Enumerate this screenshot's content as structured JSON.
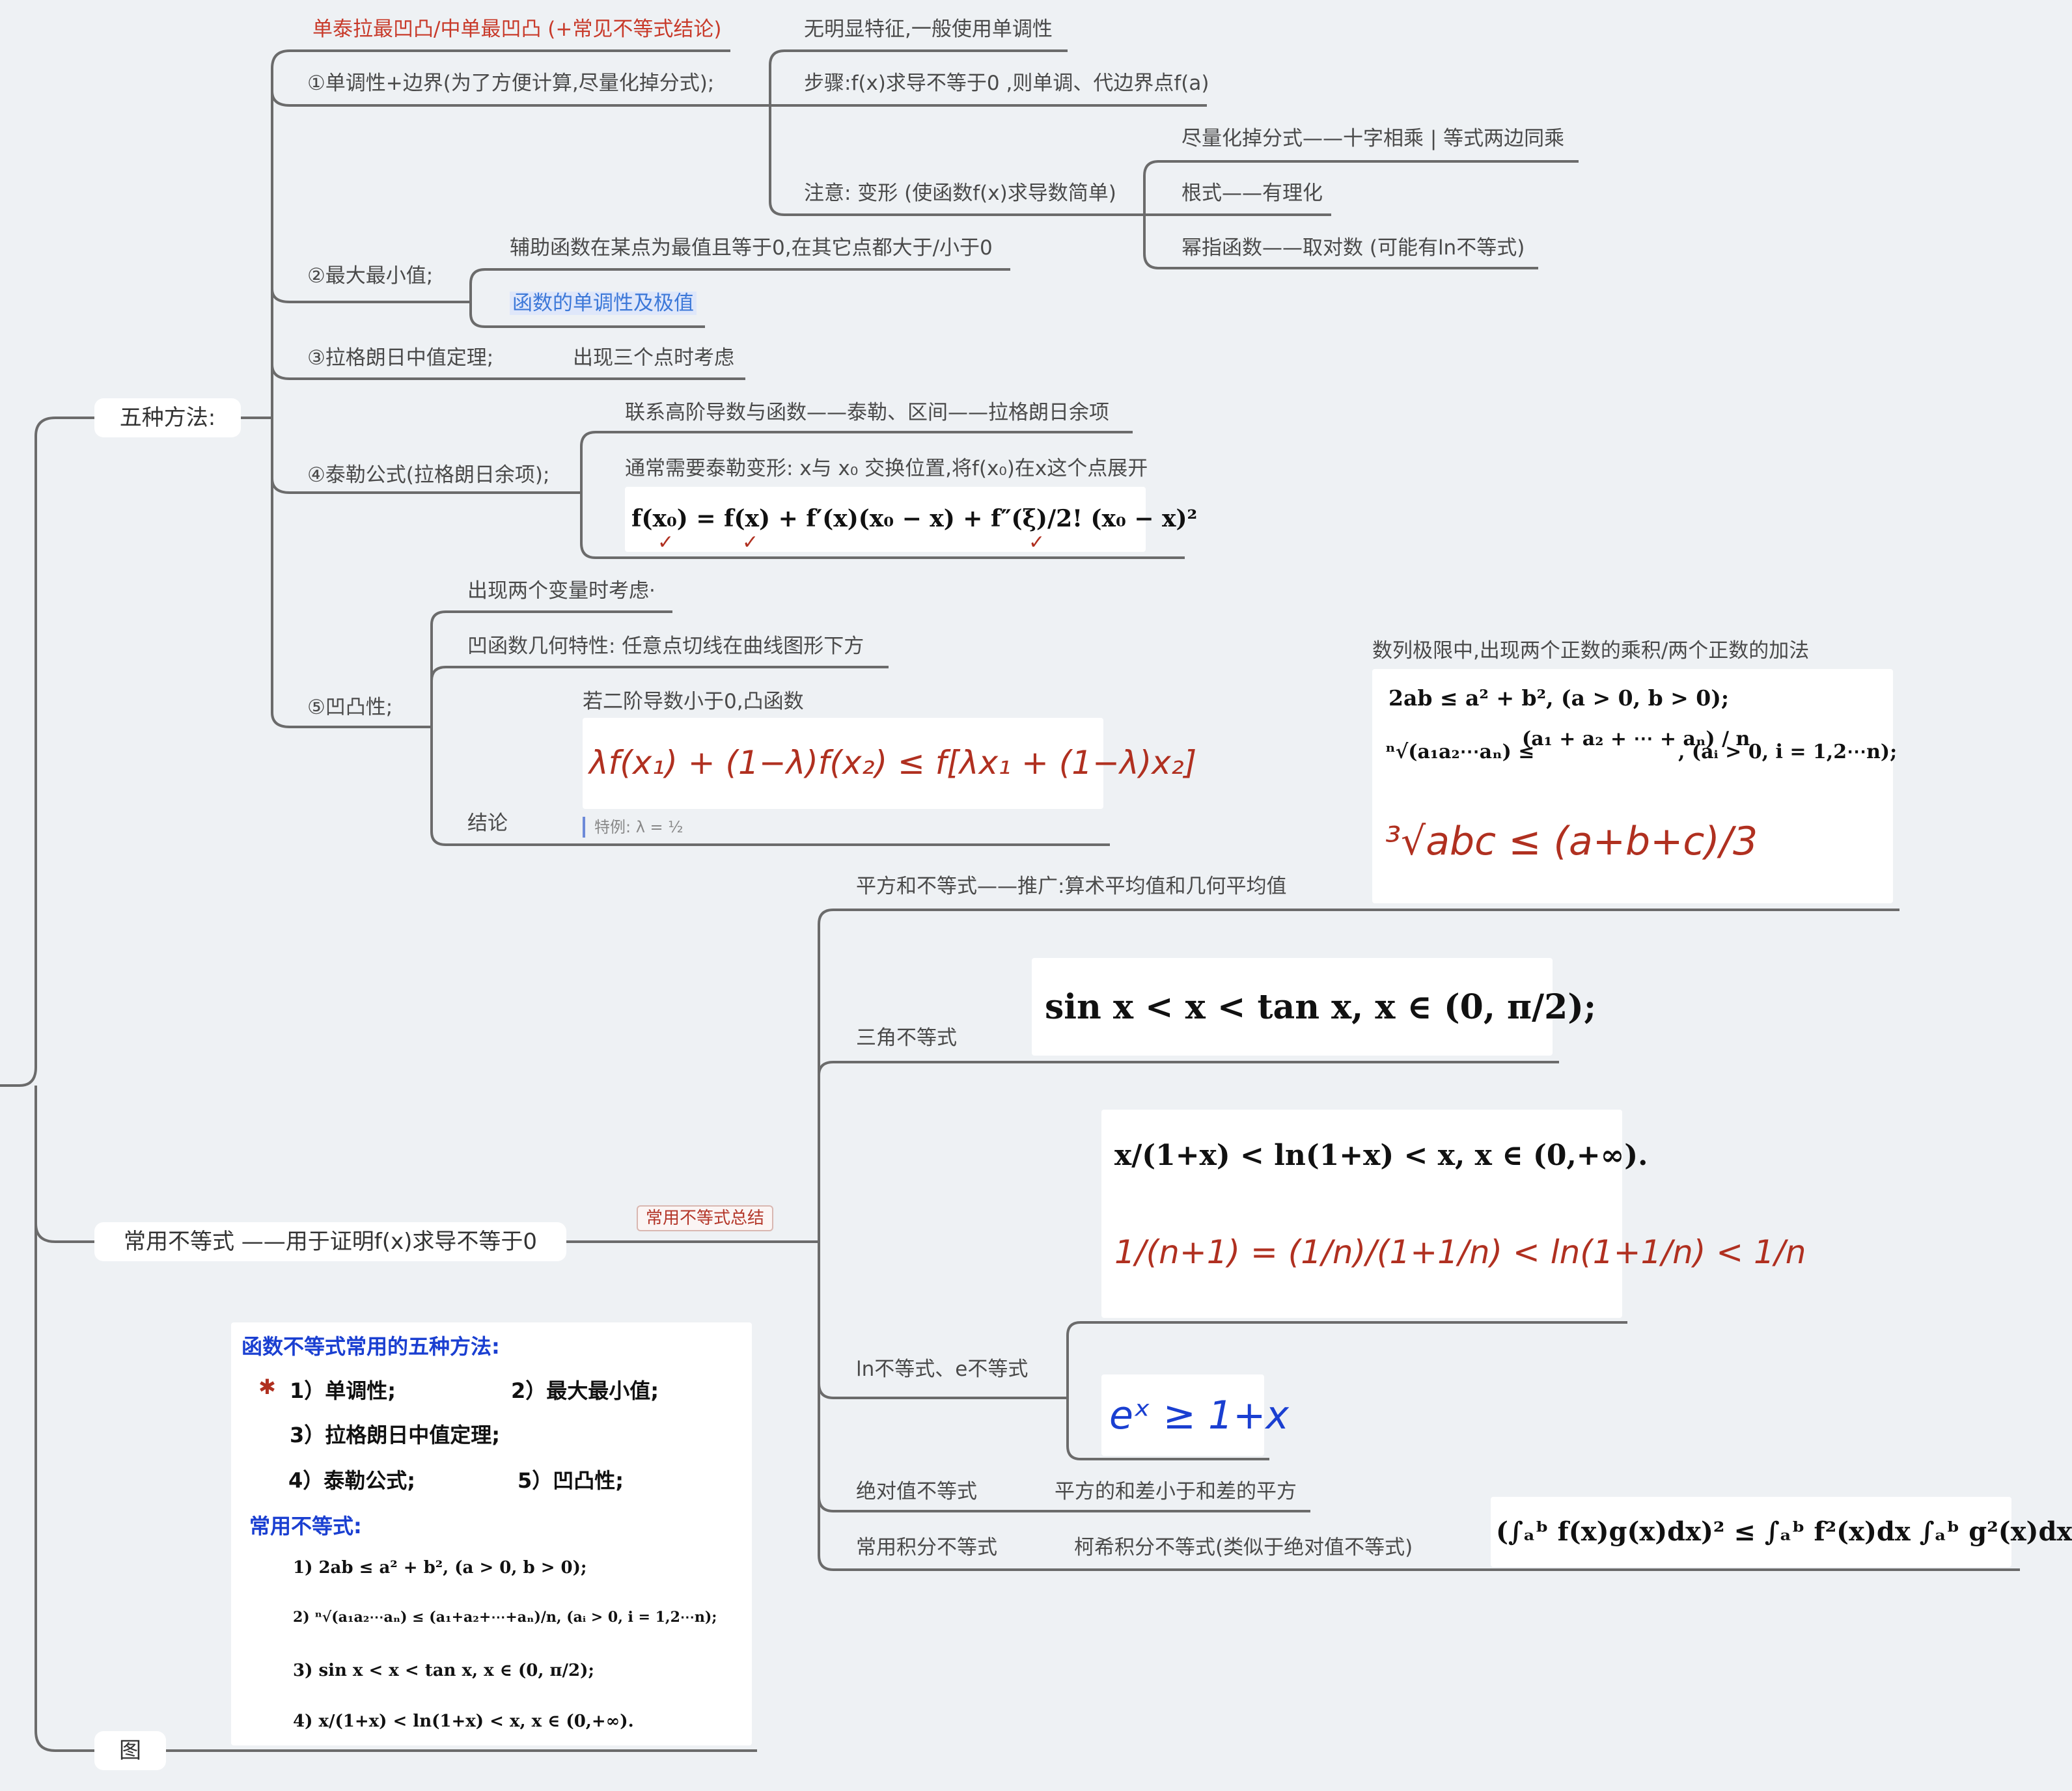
{
  "root_branches": {
    "five_methods": "五种方法:",
    "common_inequalities": "常用不等式 ——用于证明f(x)求导不等于0",
    "figure": "图"
  },
  "top_note": "单泰拉最凹凸/中单最凹凸 (+常见不等式结论)",
  "methods": {
    "m1": {
      "label": "①单调性+边界(为了方便计算,尽量化掉分式);",
      "children": {
        "c1": "无明显特征,一般使用单调性",
        "c2": "步骤:f(x)求导不等于0 ,则单调、代边界点f(a)",
        "c3": {
          "label": "注意: 变形 (使函数f(x)求导数简单)",
          "items": [
            "尽量化掉分式——十字相乘 | 等式两边同乘",
            "根式——有理化",
            "幂指函数——取对数  (可能有ln不等式)"
          ]
        }
      }
    },
    "m2": {
      "label": "②最大最小值;",
      "children": [
        "辅助函数在某点为最值且等于0,在其它点都大于/小于0",
        "函数的单调性及极值"
      ]
    },
    "m3": {
      "label": "③拉格朗日中值定理;",
      "child": "出现三个点时考虑"
    },
    "m4": {
      "label": "④泰勒公式(拉格朗日余项);",
      "children": [
        "联系高阶导数与函数——泰勒、区间——拉格朗日余项",
        "通常需要泰勒变形: x与 x₀ 交换位置,将f(x₀)在x这个点展开"
      ],
      "formula": "f(x₀) = f(x) + f′(x)(x₀ − x) + f″(ξ)/2! (x₀ − x)²"
    },
    "m5": {
      "label": "⑤凹凸性;",
      "children": [
        "出现两个变量时考虑·",
        "凹函数几何特性:  任意点切线在曲线图形下方"
      ],
      "conclusion": {
        "label": "结论",
        "condition": "若二阶导数小于0,凸函数",
        "handwritten": "λf(x₁) + (1−λ)f(x₂) ≤ f[λx₁ + (1−λ)x₂]",
        "note": "特例: λ = ½"
      }
    }
  },
  "inequalities": {
    "tag": "常用不等式总结",
    "square": {
      "label": "平方和不等式——推广:算术平均值和几何平均值",
      "note": "数列极限中,出现两个正数的乘积/两个正数的加法",
      "f1": "2ab ≤ a² + b², (a > 0, b > 0);",
      "f2a": "ⁿ√(a₁a₂⋯aₙ) ≤",
      "f2b": "(a₁ + a₂ + ⋯ + aₙ) / n",
      "f2c": ", (aᵢ > 0, i = 1,2⋯n);",
      "hand": "³√abc ≤ (a+b+c)/3"
    },
    "trig": {
      "label": "三角不等式",
      "formula": "sin x < x < tan x,   x ∈ (0, π/2);"
    },
    "ln": {
      "label": "ln不等式、e不等式",
      "formula": "x/(1+x) < ln(1+x) < x,   x ∈ (0,+∞).",
      "hand": "1/(n+1) = (1/n)/(1+1/n) < ln(1+1/n) < 1/n",
      "e_hand": "eˣ ≥ 1+x"
    },
    "abs": {
      "label": "绝对值不等式",
      "child": "平方的和差小于和差的平方"
    },
    "integral": {
      "label": "常用积分不等式",
      "child": "柯希积分不等式(类似于绝对值不等式)",
      "formula": "(∫ₐᵇ f(x)g(x)dx)² ≤ ∫ₐᵇ f²(x)dx ∫ₐᵇ g²(x)dx"
    }
  },
  "summary": {
    "title": "函数不等式常用的五种方法:",
    "mark": "✱",
    "items": [
      "1）单调性;",
      "2）最大最小值;",
      "3）拉格朗日中值定理;",
      "4）泰勒公式;",
      "5）凹凸性;"
    ],
    "common_title": "常用不等式:",
    "ineq": [
      "1)   2ab ≤ a² + b², (a > 0, b > 0);",
      "2)   ⁿ√(a₁a₂⋯aₙ) ≤ (a₁+a₂+⋯+aₙ)/n, (aᵢ > 0, i = 1,2⋯n);",
      "3)   sin x < x < tan x,    x ∈ (0, π/2);",
      "4)   x/(1+x) < ln(1+x) < x,    x ∈ (0,+∞)."
    ]
  },
  "colors": {
    "line": "#6b6b6b",
    "accent_red": "#c83a2a",
    "link_blue": "#3c78d8"
  }
}
